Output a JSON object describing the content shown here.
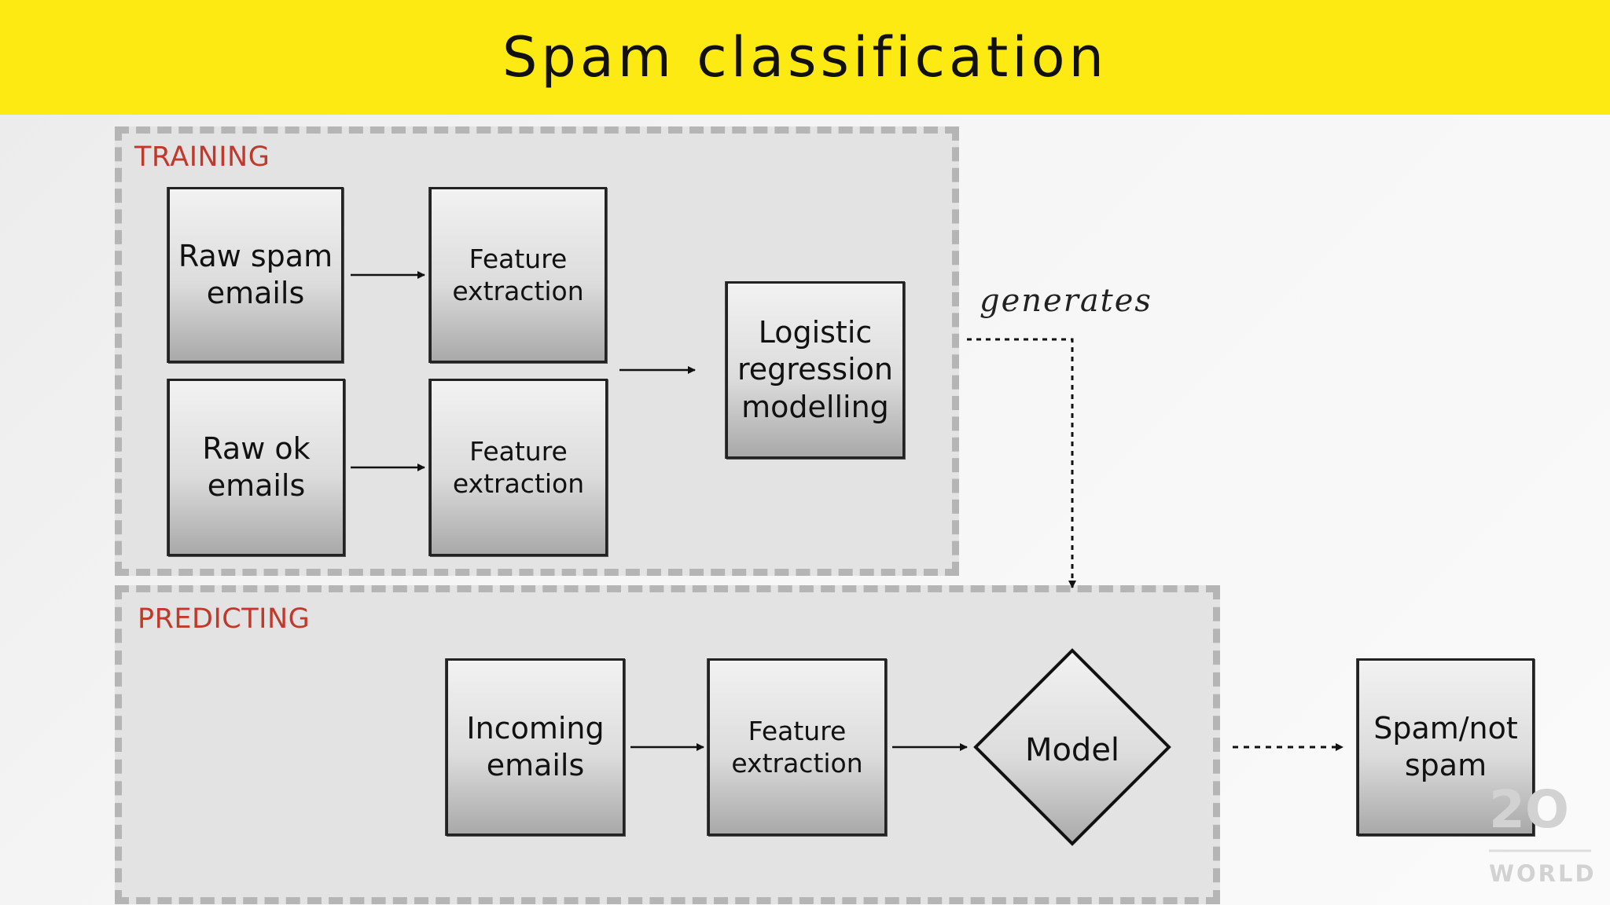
{
  "title": "Spam classification",
  "colors": {
    "title_bar": "#fdea13",
    "section_label": "#c0392b",
    "region_fill": "#e4e3e4",
    "region_border": "#b5b5b5"
  },
  "training": {
    "label": "TRAINING",
    "boxes": {
      "raw_spam": "Raw spam\nemails",
      "raw_ok": "Raw ok\nemails",
      "feature_spam": "Feature\nextraction",
      "feature_ok": "Feature\nextraction",
      "logistic": "Logistic\nregression\nmodelling"
    }
  },
  "generates_label": "generates",
  "predicting": {
    "label": "PREDICTING",
    "boxes": {
      "incoming": "Incoming\nemails",
      "feature": "Feature\nextraction",
      "model": "Model"
    }
  },
  "output": "Spam/not\nspam",
  "watermark": {
    "logo_glyph": "2O",
    "text": "WORLD"
  }
}
